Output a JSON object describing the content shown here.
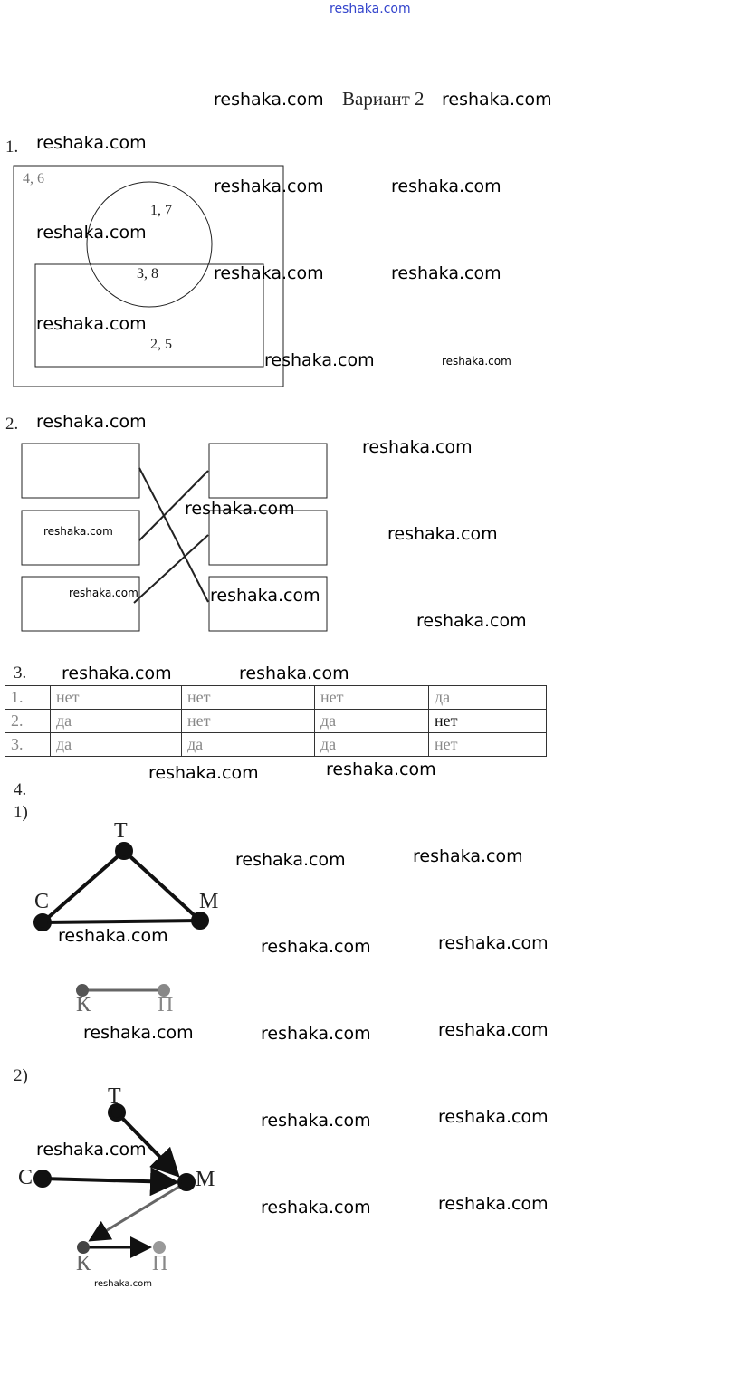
{
  "header_link": "reshaka.com",
  "title": "Вариант 2",
  "watermark": "reshaka.com",
  "task1": {
    "number": "1.",
    "outer_label": "4, 6",
    "circle_label": "1, 7",
    "intersection_label": "3, 8",
    "rect_label": "2, 5"
  },
  "task2": {
    "number": "2."
  },
  "task3": {
    "number": "3.",
    "rows": [
      [
        "1.",
        "нет",
        "нет",
        "нет",
        "да"
      ],
      [
        "2.",
        "да",
        "нет",
        "да",
        "нет"
      ],
      [
        "3.",
        "да",
        "да",
        "да",
        "нет"
      ]
    ]
  },
  "task4": {
    "number": "4.",
    "part1": "1)",
    "part2": "2)",
    "graph1": {
      "T": "Т",
      "C": "С",
      "M": "М",
      "K": "К",
      "P": "П"
    },
    "graph2": {
      "T": "Т",
      "C": "С",
      "M": "М",
      "K": "К",
      "P": "П"
    }
  }
}
